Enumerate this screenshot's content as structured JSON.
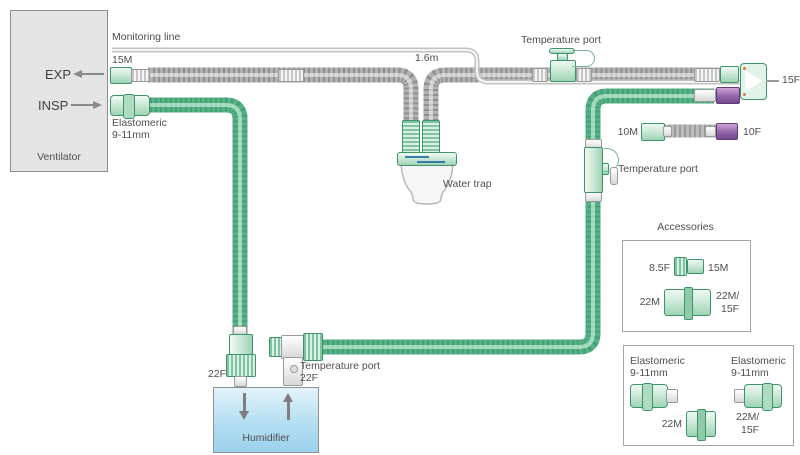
{
  "colors": {
    "tube_green": "#57b287",
    "tube_green_dark": "#2e8c5e",
    "tube_gray": "#b3b3b3",
    "tube_gray_dark": "#6e6e6e",
    "connector_purple": "#9465a8",
    "humidifier_blue": "#b4def2",
    "text": "#4f4f4f"
  },
  "ventilator": {
    "name": "Ventilator",
    "exp": "EXP",
    "insp": "INSP"
  },
  "circuit": {
    "monitoring_line": "Monitoring line",
    "exp_connector": "15M",
    "insp_connector_line1": "Elastomeric",
    "insp_connector_line2": "9-11mm",
    "tube_length": "1.6m",
    "temp_port_exp": "Temperature port",
    "wye_connector": "15F",
    "water_trap": "Water trap",
    "monitor_tube_male": "10M",
    "monitor_tube_female": "10F",
    "temp_port_insp": "Temperature port",
    "humidifier_inlet": "22F",
    "temp_port_elbow": "Temperature port",
    "humidifier_outlet": "22F",
    "humidifier": "Humidifier"
  },
  "accessories": {
    "title": "Accessories",
    "adapter_small_left": "8.5F",
    "adapter_small_right": "15M",
    "adapter_large_left": "22M",
    "adapter_large_right_line1": "22M/",
    "adapter_large_right_line2": "15F"
  },
  "elastomeric_kit": {
    "left_label_line1": "Elastomeric",
    "left_label_line2": "9-11mm",
    "right_label_line1": "Elastomeric",
    "right_label_line2": "9-11mm",
    "adapter_left": "22M",
    "adapter_right_line1": "22M/",
    "adapter_right_line2": "15F"
  }
}
